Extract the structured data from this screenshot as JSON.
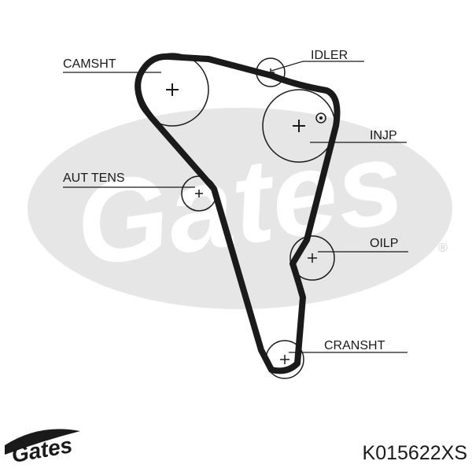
{
  "labels": {
    "camshaft": "CAMSHT",
    "idler": "IDLER",
    "injection_pump": "INJP",
    "auto_tensioner": "AUT TENS",
    "oil_pump": "OILP",
    "crankshaft": "CRANSHT"
  },
  "watermark": {
    "brand": "Gates",
    "registered": "®"
  },
  "logo": {
    "brand": "Gates"
  },
  "part_number": "K015622XS",
  "colors": {
    "line": "#1a1a1a",
    "watermark": "#e6e6e6",
    "background": "#ffffff"
  }
}
